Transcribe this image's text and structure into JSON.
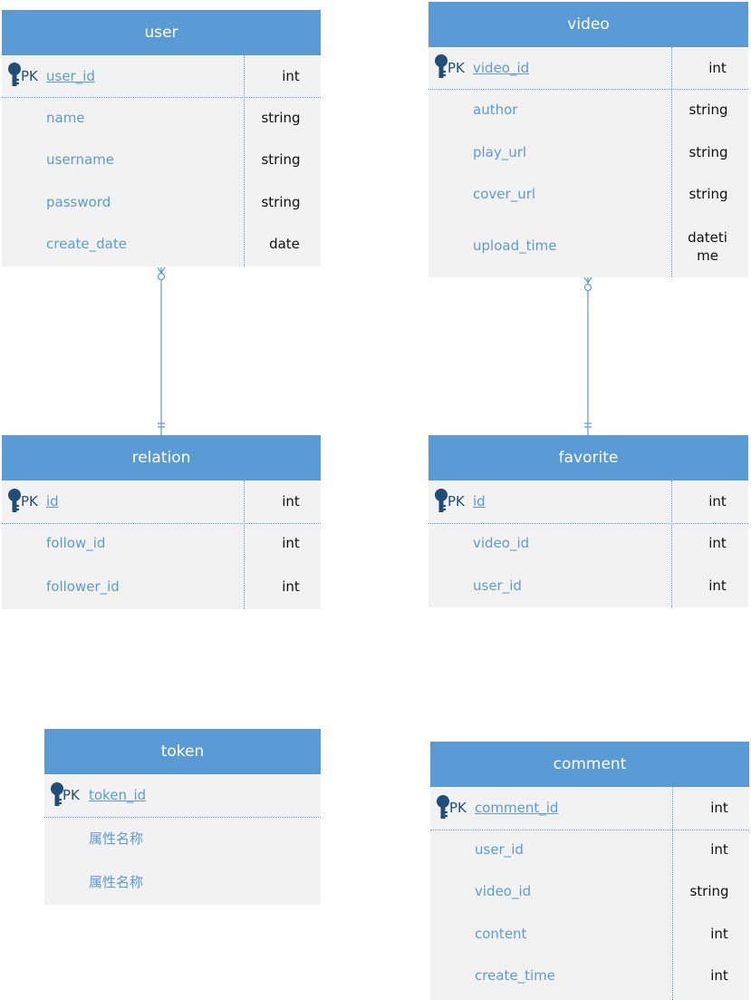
{
  "diagram": {
    "pk_label": "PK",
    "colors": {
      "header": "#5b9bd5",
      "body": "#f2f2f2",
      "attribute_text": "#5b9bd5",
      "type_text": "#111111",
      "pk_text": "#1f4e79"
    },
    "icons": {
      "primary_key": "key-icon"
    },
    "entities": {
      "user": {
        "title": "user",
        "pk": {
          "name": "user_id",
          "type": "int"
        },
        "attributes": [
          {
            "name": "name",
            "type": "string"
          },
          {
            "name": "username",
            "type": "string"
          },
          {
            "name": "password",
            "type": "string"
          },
          {
            "name": "create_date",
            "type": "date"
          }
        ]
      },
      "video": {
        "title": "video",
        "pk": {
          "name": "video_id",
          "type": "int"
        },
        "attributes": [
          {
            "name": "author",
            "type": "string"
          },
          {
            "name": "play_url",
            "type": "string"
          },
          {
            "name": "cover_url",
            "type": "string"
          },
          {
            "name": "upload_time",
            "type": "datetime"
          }
        ]
      },
      "relation": {
        "title": "relation",
        "pk": {
          "name": "id",
          "type": "int"
        },
        "attributes": [
          {
            "name": "follow_id",
            "type": "int"
          },
          {
            "name": "follower_id",
            "type": "int"
          }
        ]
      },
      "favorite": {
        "title": "favorite",
        "pk": {
          "name": "id",
          "type": "int"
        },
        "attributes": [
          {
            "name": "video_id",
            "type": "int"
          },
          {
            "name": "user_id",
            "type": "int"
          }
        ]
      },
      "token": {
        "title": "token",
        "pk": {
          "name": "token_id"
        },
        "attributes": [
          {
            "name": "属性名称"
          },
          {
            "name": "属性名称"
          }
        ]
      },
      "comment": {
        "title": "comment",
        "pk": {
          "name": "comment_id",
          "type": "int"
        },
        "attributes": [
          {
            "name": "user_id",
            "type": "int"
          },
          {
            "name": "video_id",
            "type": "string"
          },
          {
            "name": "content",
            "type": "int"
          },
          {
            "name": "create_time",
            "type": "int"
          }
        ]
      }
    },
    "relationships": [
      {
        "from": "user",
        "to": "relation",
        "from_cardinality": "zero-or-many",
        "to_cardinality": "exactly-one"
      },
      {
        "from": "video",
        "to": "favorite",
        "from_cardinality": "zero-or-many",
        "to_cardinality": "exactly-one"
      }
    ]
  }
}
